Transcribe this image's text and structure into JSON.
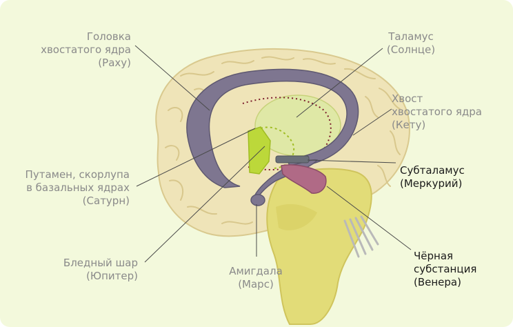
{
  "labels": {
    "caudate_head": {
      "line1": "Головка",
      "line2": "хвостатого ядра",
      "line3": "(Раху)"
    },
    "thalamus": {
      "line1": "Таламус",
      "line2": "(Солнце)"
    },
    "caudate_tail": {
      "line1": "Хвост",
      "line2": "хвостатого ядра",
      "line3": "(Кету)"
    },
    "putamen": {
      "line1": "Путамен, скорлупа",
      "line2": "в базальных ядрах",
      "line3": "(Сатурн)"
    },
    "subthalamus": {
      "line1": "Субталамус",
      "line2": "(Меркурий)"
    },
    "globus_pallidus": {
      "line1": "Бледный шар",
      "line2": "(Юпитер)"
    },
    "amygdala": {
      "line1": "Амигдала",
      "line2": "(Марс)"
    },
    "substantia_nigra": {
      "line1": "Чёрная",
      "line2": "субстанция",
      "line3": "(Венера)"
    }
  },
  "colors": {
    "background": "#f3f9dc",
    "label_muted": "#8a8a8a",
    "label_dark": "#1a1a1a",
    "caudate": "#7e7690",
    "cortex": "#efe4b8",
    "brainstem": "#e2dc78",
    "putamen": "#bcd83a",
    "nigra": "#b06a86"
  }
}
